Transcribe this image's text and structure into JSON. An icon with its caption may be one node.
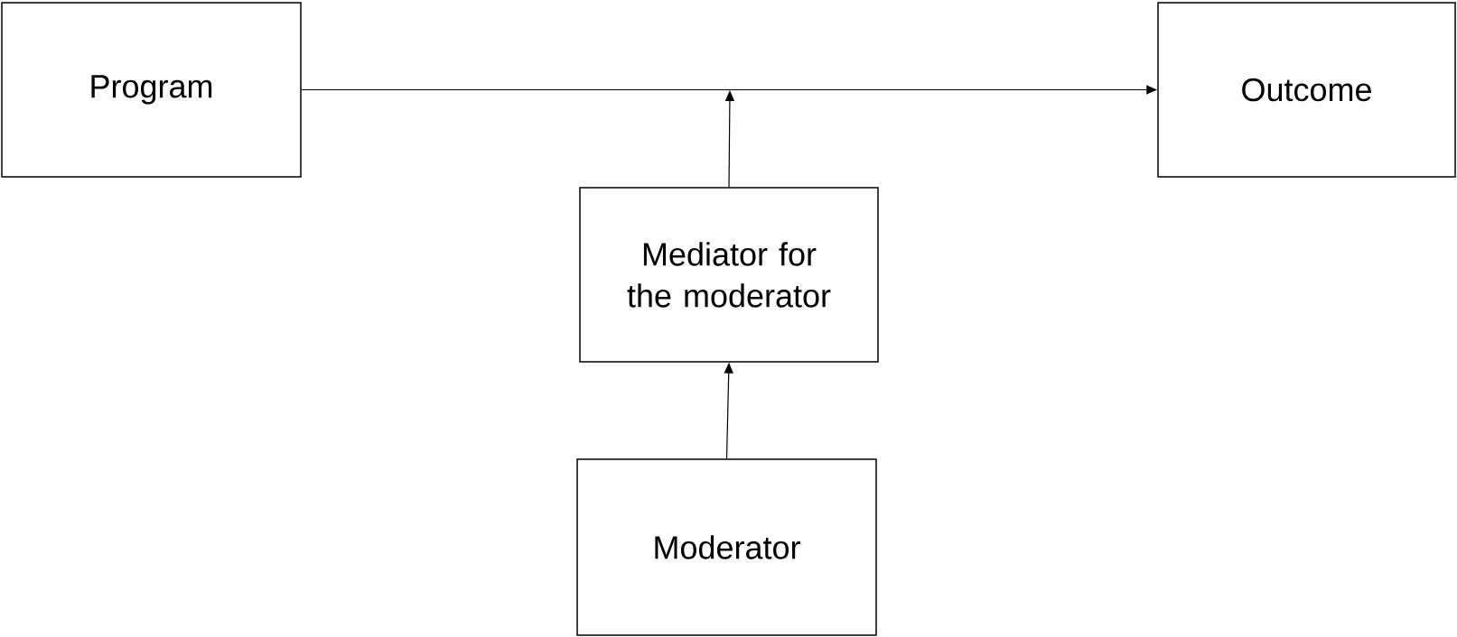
{
  "diagram": {
    "nodes": [
      {
        "text": [
          "Program"
        ]
      },
      {
        "text": [
          "Outcome"
        ]
      },
      {
        "text": [
          "Mediator for the moderator"
        ]
      },
      {
        "text": [
          "Moderator"
        ]
      }
    ],
    "edges": [
      {
        "from": 0,
        "to": 1,
        "arrow": "to"
      },
      {
        "from": 2,
        "to": null,
        "arrow": "to"
      },
      {
        "from": 3,
        "to": 2,
        "arrow": "to"
      }
    ]
  }
}
